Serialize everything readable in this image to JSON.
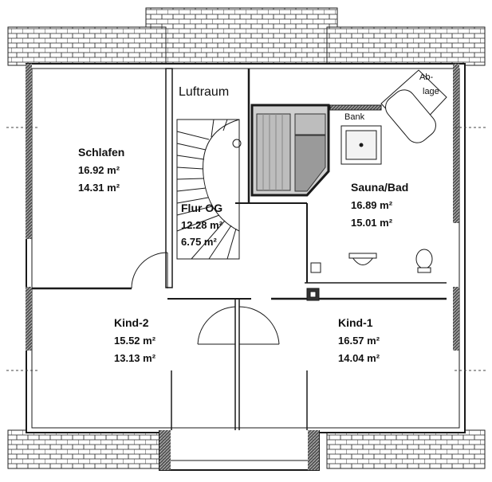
{
  "rooms": {
    "schlafen": {
      "name": "Schlafen",
      "area_1": "16.92 m²",
      "area_2": "14.31 m²"
    },
    "luftraum": {
      "name": "Luftraum"
    },
    "flur": {
      "name": "Flur OG",
      "area_1": "12.28 m²",
      "area_2": "6.75 m²"
    },
    "sauna": {
      "name": "Sauna/Bad",
      "area_1": "16.89 m²",
      "area_2": "15.01 m²"
    },
    "kind2": {
      "name": "Kind-2",
      "area_1": "15.52 m²",
      "area_2": "13.13 m²"
    },
    "kind1": {
      "name": "Kind-1",
      "area_1": "16.57 m²",
      "area_2": "14.04 m²"
    }
  },
  "labels": {
    "bank": "Bank",
    "ablage_1": "Ab-",
    "ablage_2": "lage"
  },
  "colors": {
    "wall": "#1a1a1a",
    "sauna_fill": "#bdbdbd",
    "roof_line": "#222222"
  }
}
